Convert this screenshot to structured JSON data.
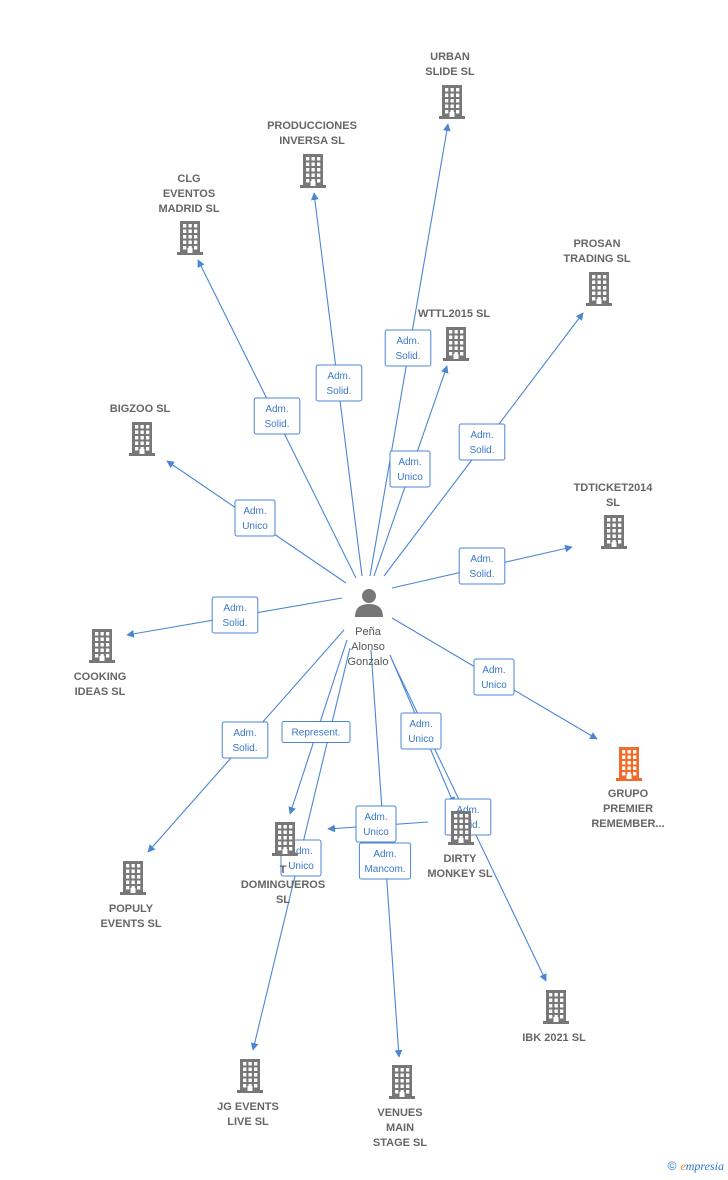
{
  "center": {
    "name_lines": [
      "Peña",
      "Alonso",
      "Gonzalo"
    ]
  },
  "colors": {
    "edge": "#4a86d4",
    "company": "#777777",
    "highlight": "#f26b2a",
    "person": "#777777"
  },
  "companies": [
    {
      "id": "urban",
      "lines": [
        "URBAN",
        "SLIDE  SL"
      ],
      "highlight": false
    },
    {
      "id": "producciones",
      "lines": [
        "PRODUCCIONES",
        "INVERSA  SL"
      ],
      "highlight": false
    },
    {
      "id": "clg",
      "lines": [
        "CLG",
        "EVENTOS",
        "MADRID SL"
      ],
      "highlight": false
    },
    {
      "id": "prosan",
      "lines": [
        "PROSAN",
        "TRADING  SL"
      ],
      "highlight": false
    },
    {
      "id": "wttl",
      "lines": [
        "WTTL2015  SL"
      ],
      "highlight": false
    },
    {
      "id": "bigzoo",
      "lines": [
        "BIGZOO  SL"
      ],
      "highlight": false
    },
    {
      "id": "tdticket",
      "lines": [
        "TDTICKET2014",
        "SL"
      ],
      "highlight": false
    },
    {
      "id": "cooking",
      "lines": [
        "COOKING",
        "IDEAS  SL"
      ],
      "highlight": false
    },
    {
      "id": "grupo",
      "lines": [
        "GRUPO",
        "PREMIER",
        "REMEMBER..."
      ],
      "highlight": true
    },
    {
      "id": "populy",
      "lines": [
        "POPULY",
        "EVENTS SL"
      ],
      "highlight": false
    },
    {
      "id": "tdomingueros",
      "lines": [
        "T",
        "DOMINGUEROS",
        "SL"
      ],
      "highlight": false
    },
    {
      "id": "dirty",
      "lines": [
        "DIRTY",
        "MONKEY  SL"
      ],
      "highlight": false
    },
    {
      "id": "ibk",
      "lines": [
        "IBK 2021  SL"
      ],
      "highlight": false
    },
    {
      "id": "jg",
      "lines": [
        "JG EVENTS",
        "LIVE  SL"
      ],
      "highlight": false
    },
    {
      "id": "venues",
      "lines": [
        "VENUES",
        "MAIN",
        "STAGE  SL"
      ],
      "highlight": false
    }
  ],
  "relations": [
    {
      "to": "urban",
      "label": [
        "Adm.",
        "Solid."
      ]
    },
    {
      "to": "producciones",
      "label": [
        "Adm.",
        "Solid."
      ]
    },
    {
      "to": "clg",
      "label": [
        "Adm.",
        "Solid."
      ]
    },
    {
      "to": "prosan",
      "label": [
        "Adm.",
        "Solid."
      ]
    },
    {
      "to": "wttl",
      "label": [
        "Adm.",
        "Unico"
      ]
    },
    {
      "to": "bigzoo",
      "label": [
        "Adm.",
        "Unico"
      ]
    },
    {
      "to": "tdticket",
      "label": [
        "Adm.",
        "Solid."
      ]
    },
    {
      "to": "cooking",
      "label": [
        "Adm.",
        "Solid."
      ]
    },
    {
      "to": "grupo",
      "label": [
        "Adm.",
        "Unico"
      ]
    },
    {
      "to": "populy",
      "label": [
        "Adm.",
        "Solid."
      ]
    },
    {
      "to": "tdomingueros",
      "label": [
        "Represent."
      ]
    },
    {
      "to": "dirty",
      "label": [
        "Adm.",
        "Unico"
      ]
    },
    {
      "to": "ibk",
      "label": [
        "Adm.",
        "Solid."
      ]
    },
    {
      "to": "jg",
      "label": [
        "Adm.",
        "Unico"
      ]
    },
    {
      "to": "venues",
      "label": [
        "Adm.",
        "Mancom."
      ]
    },
    {
      "from": "dirty",
      "to": "tdomingueros",
      "label": [
        "Adm.",
        "Unico"
      ]
    }
  ],
  "footer": {
    "copyright": "©",
    "brand_initial": "e",
    "brand_rest": "mpresia"
  }
}
